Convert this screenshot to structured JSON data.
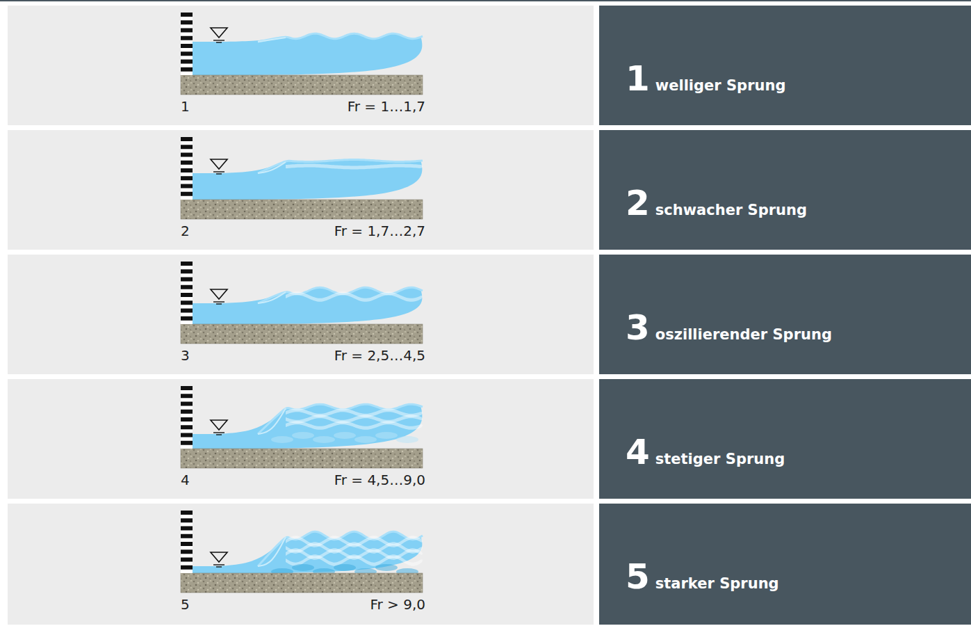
{
  "diagram": {
    "nodes": [
      {
        "text": [
          "1",
          "Fr = 1…1,7"
        ]
      },
      {
        "text": [
          "1",
          "welliger Sprung"
        ]
      },
      {
        "text": [
          "2",
          "Fr = 1,7…2,7"
        ]
      },
      {
        "text": [
          "2",
          "schwacher Sprung"
        ]
      },
      {
        "text": [
          "3",
          "Fr = 2,5…4,5"
        ]
      },
      {
        "text": [
          "3",
          "oszillierender Sprung"
        ]
      },
      {
        "text": [
          "4",
          "Fr = 4,5…9,0"
        ]
      },
      {
        "text": [
          "4",
          "stetiger Sprung"
        ]
      },
      {
        "text": [
          "5",
          "Fr > 9,0"
        ]
      },
      {
        "text": [
          "5",
          "starker Sprung"
        ]
      }
    ]
  }
}
